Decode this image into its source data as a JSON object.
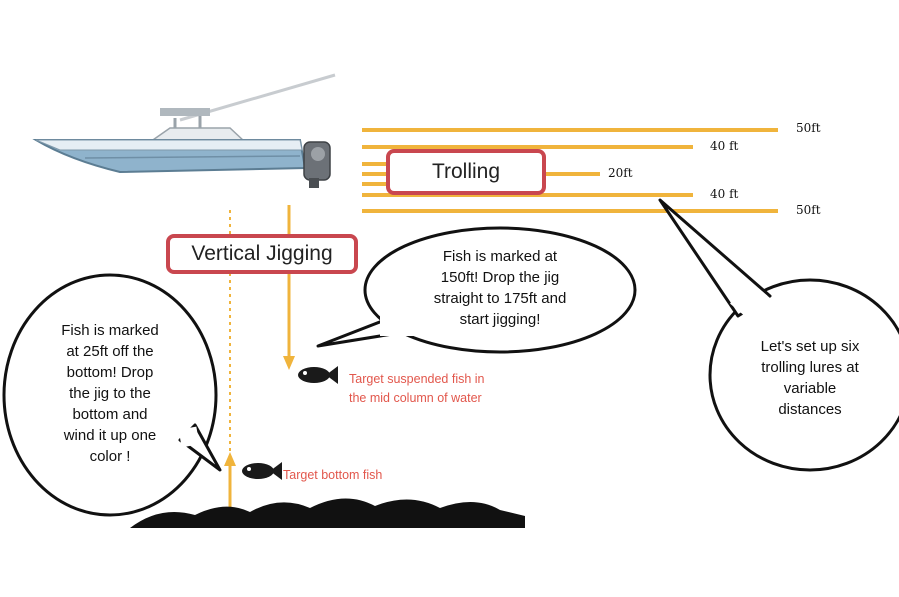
{
  "trolling": {
    "title": "Trolling",
    "distances": [
      "50ft",
      "40 ft",
      "20ft",
      "40 ft",
      "50ft"
    ],
    "callout": "Let's set up six\ntrolling lures at\nvariable\ndistances"
  },
  "jigging": {
    "title": "Vertical Jigging",
    "suspended_callout": "Fish is marked at\n150ft!  Drop the jig\nstraight to 175ft and\nstart jigging!",
    "bottom_callout": "Fish is marked\nat 25ft off the\nbottom!  Drop\nthe jig to the\nbottom and\nwind it up one\ncolor !",
    "suspended_target": "Target suspended fish in\nthe mid column of water",
    "bottom_target": "Target bottom fish"
  },
  "colors": {
    "line": "#f0b43c",
    "box_border": "#c9474f",
    "target_text": "#e2574c",
    "boat_hull": "#8fb3cc"
  },
  "icons": [
    "boat-icon",
    "fish-icon",
    "seafloor-icon"
  ]
}
